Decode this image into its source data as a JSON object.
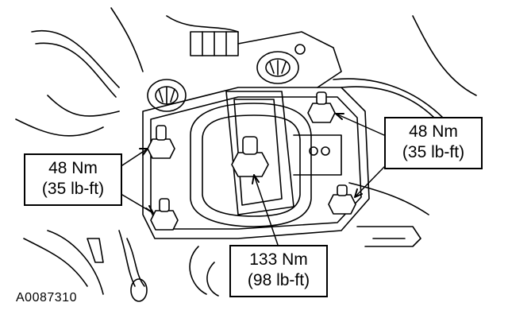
{
  "callouts": {
    "left": {
      "line1": "48 Nm",
      "line2": "(35 lb-ft)"
    },
    "right": {
      "line1": "48 Nm",
      "line2": "(35 lb-ft)"
    },
    "center": {
      "line1": "133 Nm",
      "line2": "(98 lb-ft)"
    }
  },
  "figure_id": "A0087310",
  "colors": {
    "ink": "#000000",
    "paper": "#ffffff"
  }
}
